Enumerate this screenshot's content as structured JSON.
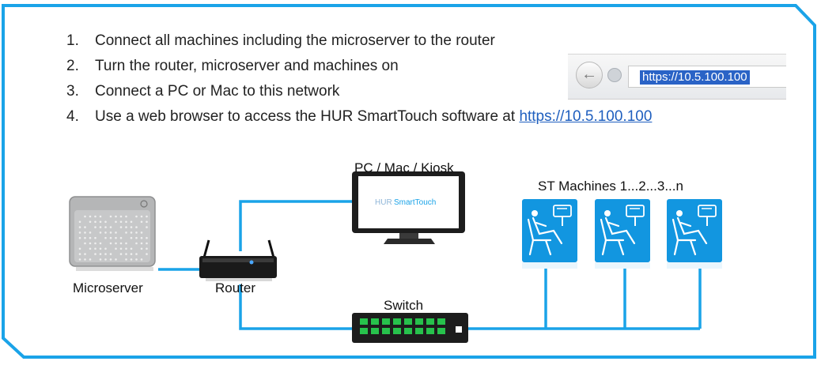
{
  "steps": [
    {
      "num": "1.",
      "text": "Connect all machines including the microserver to the router"
    },
    {
      "num": "2.",
      "text": "Turn the router, microserver and machines on"
    },
    {
      "num": "3.",
      "text": "Connect a PC or Mac to this network"
    },
    {
      "num": "4.",
      "text": "Use a web browser to access the HUR SmartTouch software at",
      "link": "https://10.5.100.100"
    }
  ],
  "browser": {
    "url": "https://10.5.100.100"
  },
  "labels": {
    "pc": "PC / Mac / Kiosk",
    "machines": "ST Machines 1...2...3...n",
    "microserver": "Microserver",
    "router": "Router",
    "switch": "Switch"
  },
  "monitor": {
    "brand_hur": "HUR",
    "brand_rest": "SmartTouch"
  },
  "colors": {
    "accent": "#1aa3e8",
    "tile": "#1296e0",
    "switch_led": "#27c24c"
  }
}
